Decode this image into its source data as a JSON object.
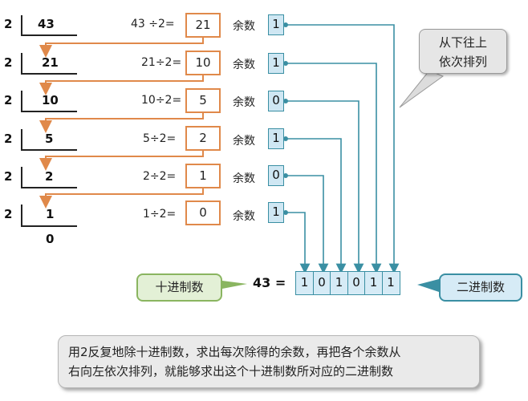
{
  "steps": [
    {
      "divisor": "2",
      "dividend": "43",
      "equation": "43 ÷2=",
      "quotient": "21",
      "remainder_label": "余数",
      "remainder": "1"
    },
    {
      "divisor": "2",
      "dividend": "21",
      "equation": "21÷2=",
      "quotient": "10",
      "remainder_label": "余数",
      "remainder": "1"
    },
    {
      "divisor": "2",
      "dividend": "10",
      "equation": "10÷2=",
      "quotient": "5",
      "remainder_label": "余数",
      "remainder": "0"
    },
    {
      "divisor": "2",
      "dividend": "5",
      "equation": "5÷2=",
      "quotient": "2",
      "remainder_label": "余数",
      "remainder": "1"
    },
    {
      "divisor": "2",
      "dividend": "2",
      "equation": "2÷2=",
      "quotient": "1",
      "remainder_label": "余数",
      "remainder": "0"
    },
    {
      "divisor": "2",
      "dividend": "1",
      "equation": "1÷2=",
      "quotient": "0",
      "remainder_label": "余数",
      "remainder": "1"
    }
  ],
  "final_quotient": "0",
  "callout_order_line1": "从下往上",
  "callout_order_line2": "依次排列",
  "decimal_label": "十进制数",
  "equals_text": "43 =",
  "binary_bits": [
    "1",
    "0",
    "1",
    "0",
    "1",
    "1"
  ],
  "binary_label": "二进制数",
  "note_line1": "用2反复地除十进制数，求出每次除得的余数，再把各个余数从",
  "note_line2": "右向左依次排列，就能够求出这个十进制数所对应的二进制数",
  "colors": {
    "quotient_border": "#e0894a",
    "remainder_fill": "#cfe7f3",
    "teal": "#3a8fa3",
    "green": "#8ab560"
  }
}
